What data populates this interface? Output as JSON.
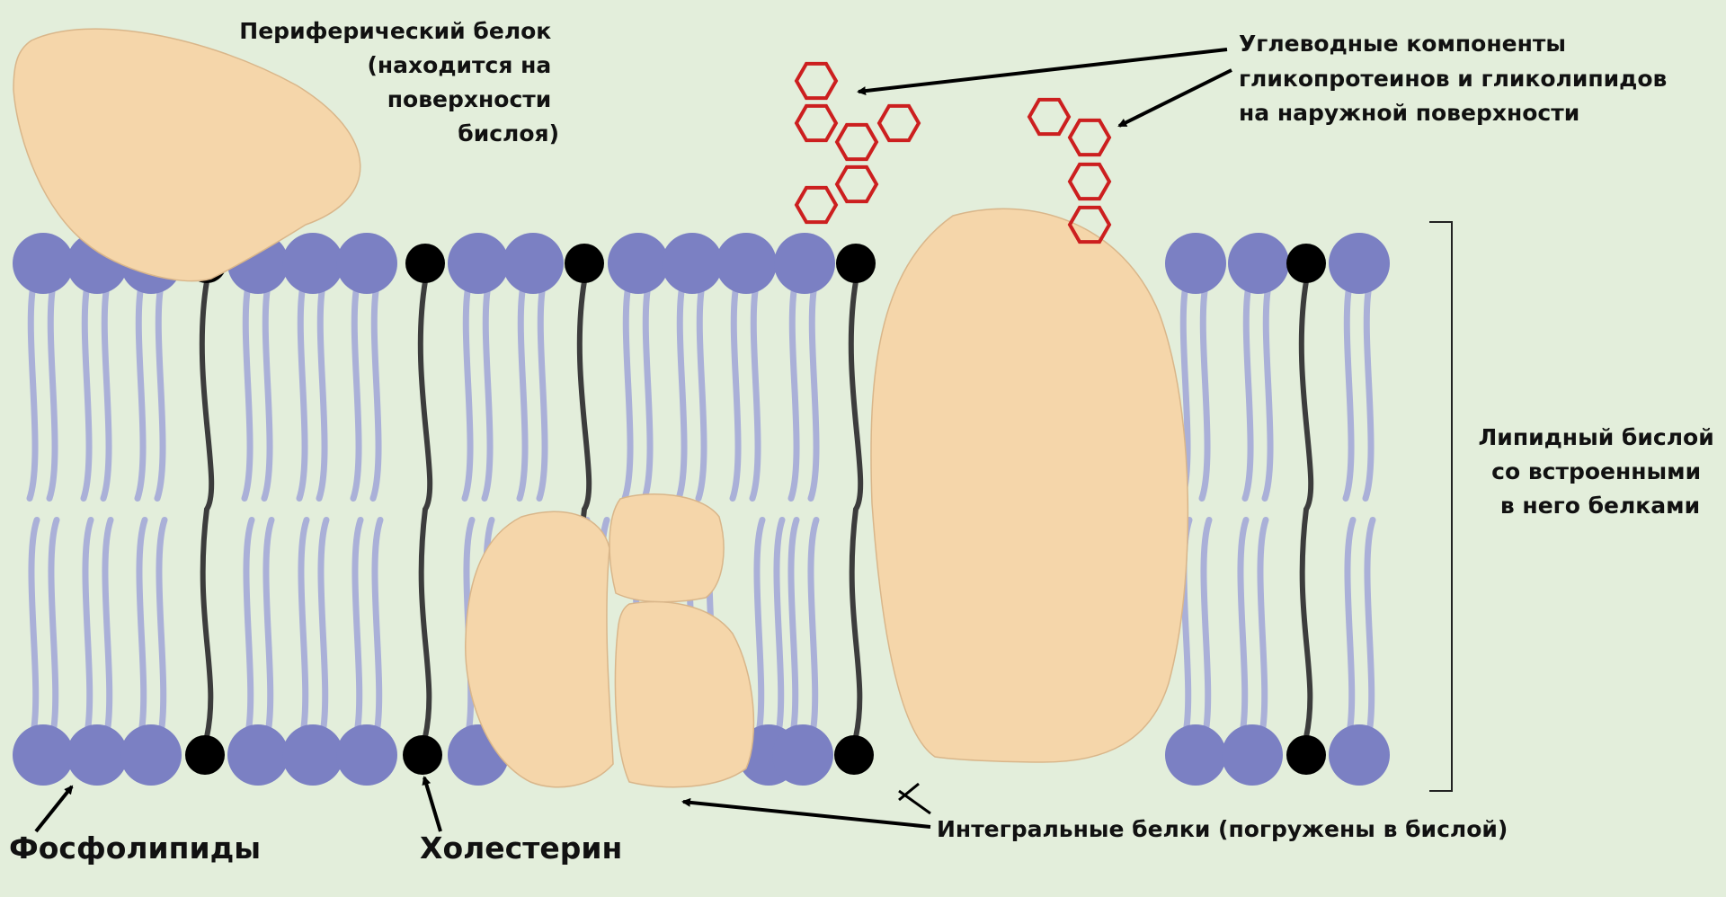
{
  "labels": {
    "peripheral": [
      "Периферический белок",
      "(находится на",
      "поверхности",
      "бислоя)"
    ],
    "carbohydrates": [
      "Углеводные компоненты",
      "гликопротеинов и гликолипидов",
      "на наружной поверхности"
    ],
    "bilayer": [
      "Липидный бислой",
      "со встроенными",
      "в него белками"
    ],
    "integral": "Интегральные белки (погружены в бислой)",
    "phospholipids": "Фосфолипиды",
    "cholesterol": "Холестерин"
  },
  "colors": {
    "background": "#e3eedb",
    "phospholipid_head": "#7b80c3",
    "phospholipid_tail": "#aab0d8",
    "cholesterol_head": "#000000",
    "cholesterol_tail": "#3c3c3c",
    "protein": "#f5d6aa",
    "carbohydrate": "#cc1f1f",
    "arrow": "#000000"
  }
}
